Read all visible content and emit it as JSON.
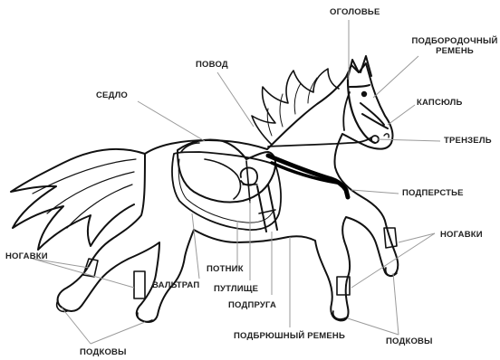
{
  "diagram": {
    "labels": {
      "ogolovye": "ОГОЛОВЬЕ",
      "podborodochny_line1": "ПОДБОРОДОЧНЫЙ",
      "podborodochny_line2": "РЕМЕНЬ",
      "povod": "ПОВОД",
      "sedlo": "СЕДЛО",
      "kapsyul": "КАПСЮЛЬ",
      "trenzel": "ТРЕНЗЕЛЬ",
      "podperstye": "ПОДПЕРСТЬЕ",
      "nogavki_right": "НОГАВКИ",
      "nogavki_left": "НОГАВКИ",
      "potnik": "ПОТНИК",
      "valtrap": "ВАЛЬТРАП",
      "putlishche": "ПУТЛИЩЕ",
      "podpruga": "ПОДПРУГА",
      "podbryushny": "ПОДБРЮШНЫЙ РЕМЕНЬ",
      "podkovy_right": "ПОДКОВЫ",
      "podkovy_left": "ПОДКОВЫ"
    },
    "colors": {
      "ink": "#111111",
      "label": "#222222",
      "leader": "#9a9a9a",
      "background": "#ffffff"
    }
  }
}
